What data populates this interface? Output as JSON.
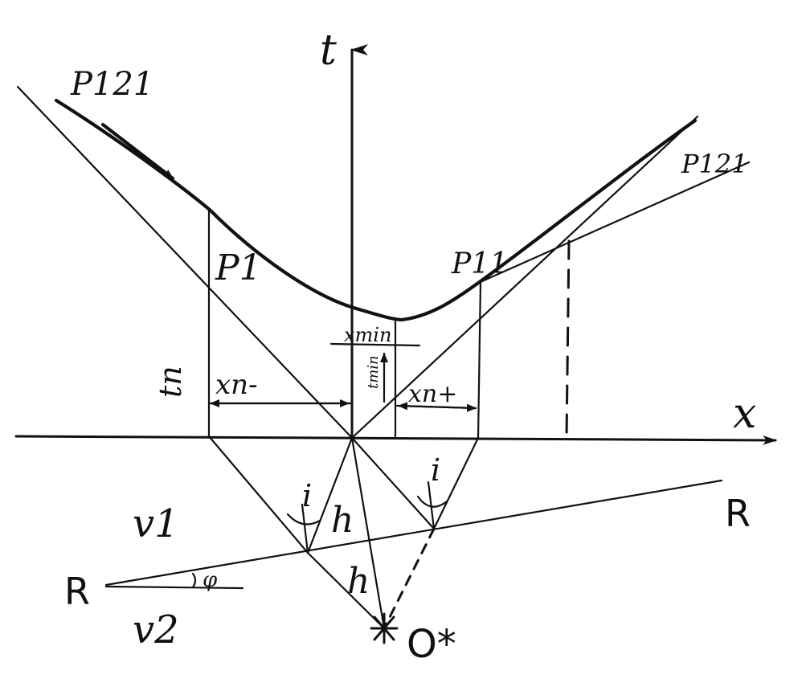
{
  "labels": {
    "t_axis": "t",
    "x_axis": "x",
    "p121_left": "P121",
    "p121_right": "P121",
    "p1": "P1",
    "p11": "P11",
    "tn": "tn",
    "xn_minus": "xn-",
    "xn_plus": "xn+",
    "x_min": "xmin",
    "t_min": "tmin",
    "v1": "v1",
    "v2": "v2",
    "r_left": "R",
    "r_right": "R",
    "phi": "φ",
    "i_left": "i",
    "i_right": "i",
    "h_upper": "h",
    "h_lower": "h",
    "o_star": "O*"
  },
  "colors": {
    "ink": "#111111",
    "paper": "#ffffff"
  }
}
